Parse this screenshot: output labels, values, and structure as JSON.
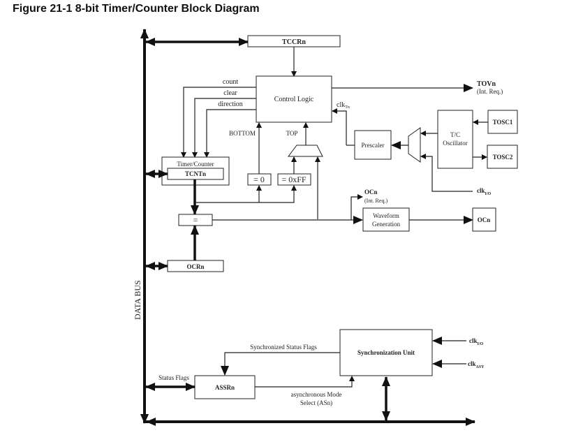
{
  "figure": {
    "title": "Figure 21-1  8-bit Timer/Counter Block Diagram"
  },
  "blocks": {
    "tccrn": "TCCRn",
    "control_logic": "Control Logic",
    "timer_counter": "Timer/Counter",
    "tcntn": "TCNTn",
    "eq_zero": "= 0",
    "eq_ff": "= 0xFF",
    "compare": "=",
    "ocrn": "OCRn",
    "prescaler": "Prescaler",
    "tc_oscillator_1": "T/C",
    "tc_oscillator_2": "Oscillator",
    "tosc1": "TOSC1",
    "tosc2": "TOSC2",
    "waveform_1": "Waveform",
    "waveform_2": "Generation",
    "ocn_pin": "OCn",
    "assrn": "ASSRn",
    "sync_unit": "Synchronization Unit"
  },
  "signals": {
    "count": "count",
    "clear": "clear",
    "direction": "direction",
    "bottom": "BOTTOM",
    "top": "TOP",
    "clk_tn": "clk",
    "clk_tn_sub": "Tn",
    "tovn": "TOVn",
    "tovn_req": "(Int. Req.)",
    "ocn": "OCn",
    "ocn_req": "(Int. Req.)",
    "clk_io": "clk",
    "clk_io_sub": "I/O",
    "clk_io2": "clk",
    "clk_io2_sub": "I/O",
    "clk_asy": "clk",
    "clk_asy_sub": "ASY",
    "sync_status_flags": "Synchronized Status Flags",
    "status_flags": "Status Flags",
    "async_mode_1": "asynchronous Mode",
    "async_mode_2": "Select (ASn)",
    "data_bus": "DATA BUS"
  }
}
